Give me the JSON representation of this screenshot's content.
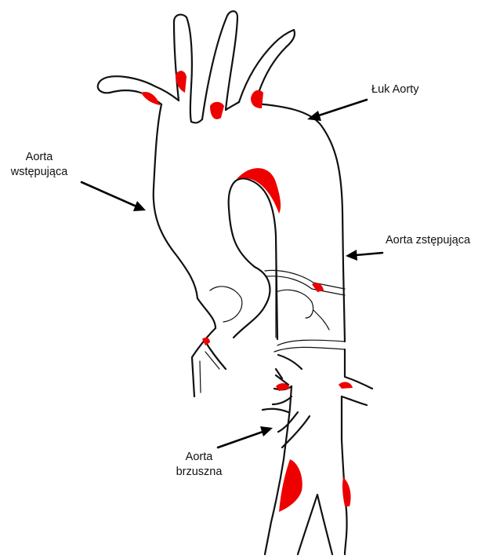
{
  "labels": {
    "aortic_arch": "Łuk Aorty",
    "ascending_line1": "Aorta",
    "ascending_line2": "wstępująca",
    "descending": "Aorta zstępująca",
    "abdominal_line1": "Aorta",
    "abdominal_line2": "brzuszna"
  },
  "colors": {
    "lesion": "#ee0000",
    "outline": "#111111",
    "background": "#ffffff"
  }
}
